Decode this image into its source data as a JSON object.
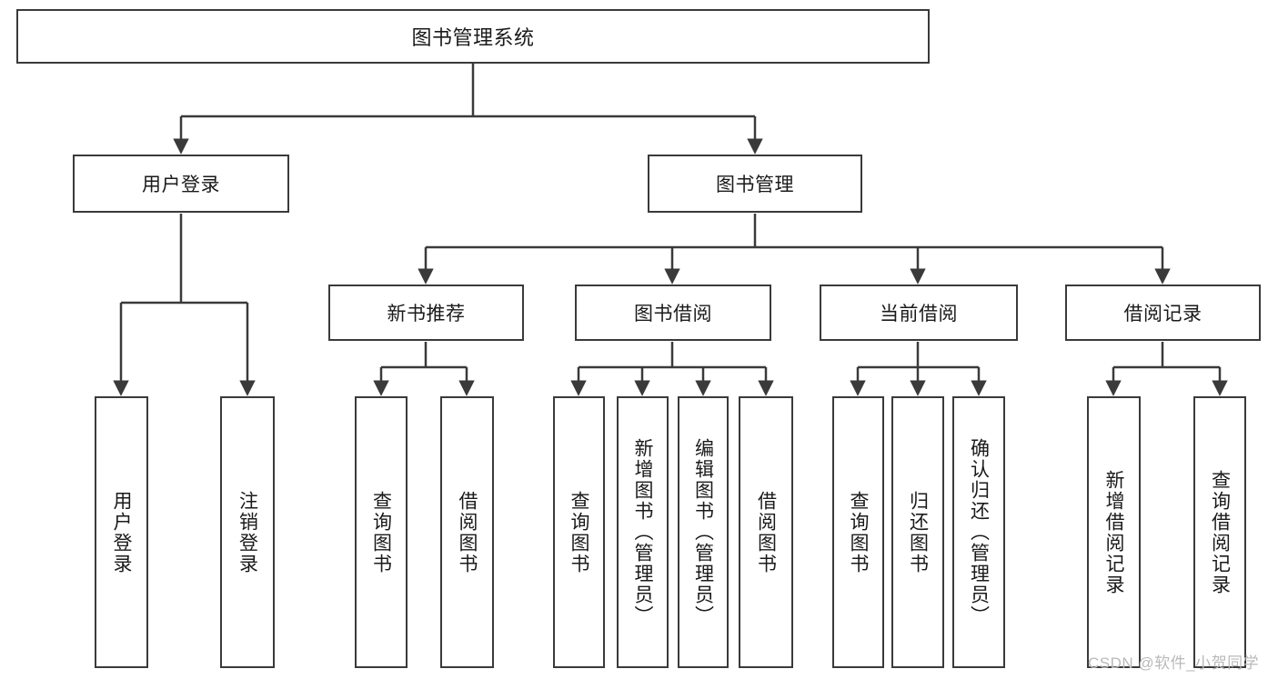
{
  "diagram": {
    "title": "图书管理系统",
    "type": "hierarchical-tree-functional-decomposition",
    "orientation": "top-down",
    "colors": {
      "box_border": "#3a3a3a",
      "box_fill": "#ffffff",
      "edge": "#3a3a3a",
      "text": "#1a1a1a",
      "watermark": "#b9b9b9",
      "background": "#ffffff"
    },
    "root": {
      "label": "图书管理系统"
    },
    "level2": [
      {
        "id": "user-login",
        "label": "用户登录"
      },
      {
        "id": "book-management",
        "label": "图书管理"
      }
    ],
    "level3": [
      {
        "id": "new-book-recommend",
        "label": "新书推荐"
      },
      {
        "id": "book-borrow",
        "label": "图书借阅"
      },
      {
        "id": "current-borrow",
        "label": "当前借阅"
      },
      {
        "id": "borrow-record",
        "label": "借阅记录"
      }
    ],
    "leaves": {
      "user-login": [
        {
          "id": "leaf-user-login",
          "label": "用户登录"
        },
        {
          "id": "leaf-user-logout",
          "label": "注销登录"
        }
      ],
      "new-book-recommend": [
        {
          "id": "leaf-query-book-1",
          "label": "查询图书"
        },
        {
          "id": "leaf-borrow-book-1",
          "label": "借阅图书"
        }
      ],
      "book-borrow": [
        {
          "id": "leaf-query-book-2",
          "label": "查询图书"
        },
        {
          "id": "leaf-add-book",
          "label": "新增图书（管理员）"
        },
        {
          "id": "leaf-edit-book",
          "label": "编辑图书（管理员）"
        },
        {
          "id": "leaf-borrow-book-2",
          "label": "借阅图书"
        }
      ],
      "current-borrow": [
        {
          "id": "leaf-query-book-3",
          "label": "查询图书"
        },
        {
          "id": "leaf-return-book",
          "label": "归还图书"
        },
        {
          "id": "leaf-confirm-return",
          "label": "确认归还（管理员）"
        }
      ],
      "borrow-record": [
        {
          "id": "leaf-add-record",
          "label": "新增借阅记录"
        },
        {
          "id": "leaf-query-record",
          "label": "查询借阅记录"
        }
      ]
    }
  },
  "watermark": {
    "text": "CSDN @软件_小贺同学"
  }
}
